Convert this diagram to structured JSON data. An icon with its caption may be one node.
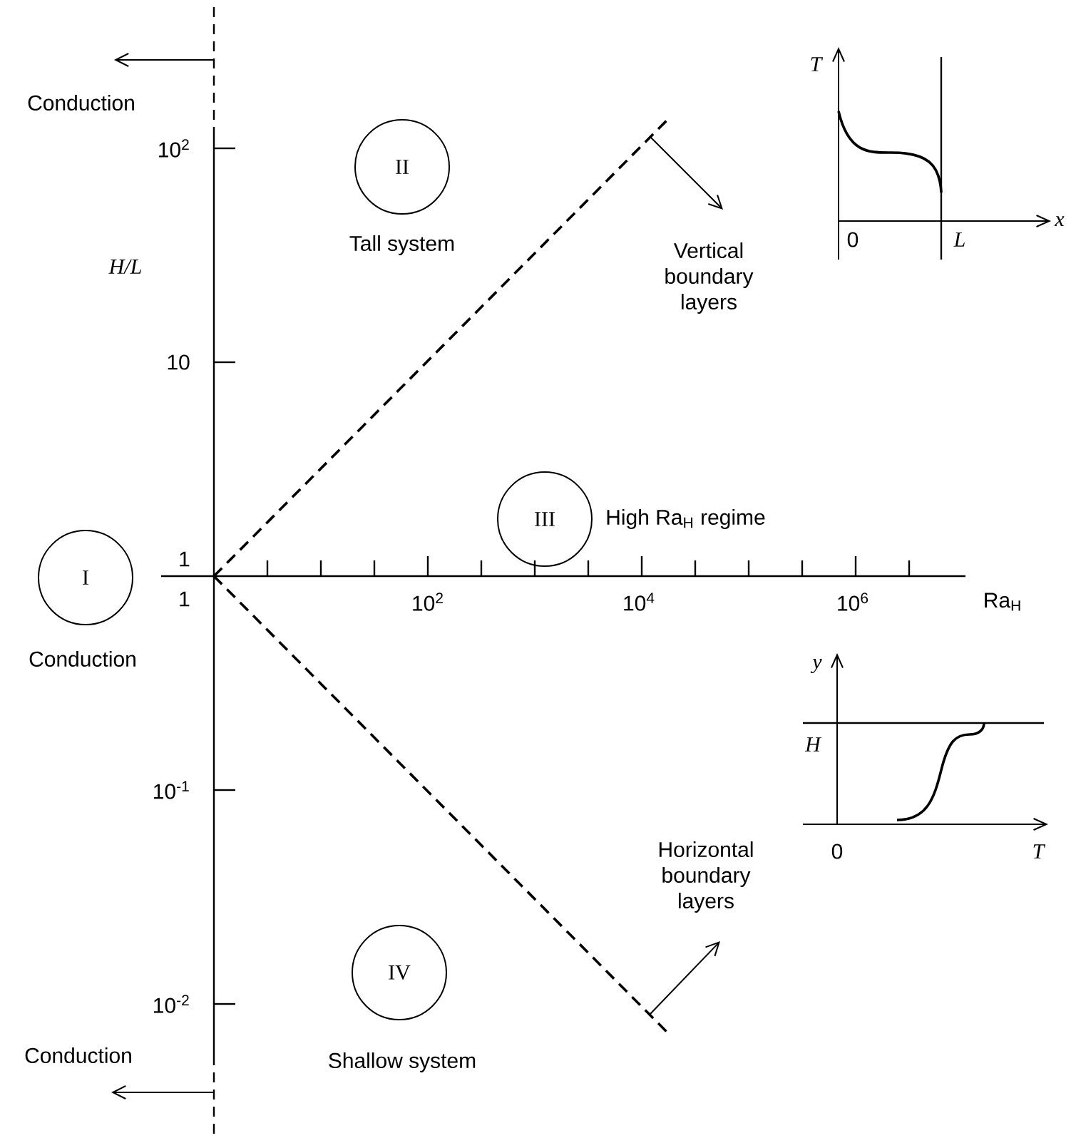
{
  "diagram": {
    "nodes": [
      {
        "text": [
          "I"
        ],
        "beside": [
          "Conduction"
        ]
      },
      {
        "text": [
          "II"
        ],
        "beside": [
          "Tall system"
        ]
      },
      {
        "text": [
          "III"
        ],
        "beside": [
          "High Ra$_{H}$ regime"
        ]
      },
      {
        "text": [
          "IV"
        ],
        "beside": [
          "Shallow system"
        ]
      }
    ],
    "labels": [
      "Conduction",
      "10$^{2}$",
      "H/L",
      "10",
      "1",
      "1",
      "10$^{2}$",
      "10$^{4}$",
      "10$^{6}$",
      "Ra$_{H}$",
      "10$^{-1}$",
      "10$^{-2}$",
      "Conduction",
      "Vertical boundary layers",
      "Horizontal boundary layers",
      "T",
      "0",
      "L",
      "x",
      "y",
      "H",
      "0",
      "T"
    ]
  }
}
